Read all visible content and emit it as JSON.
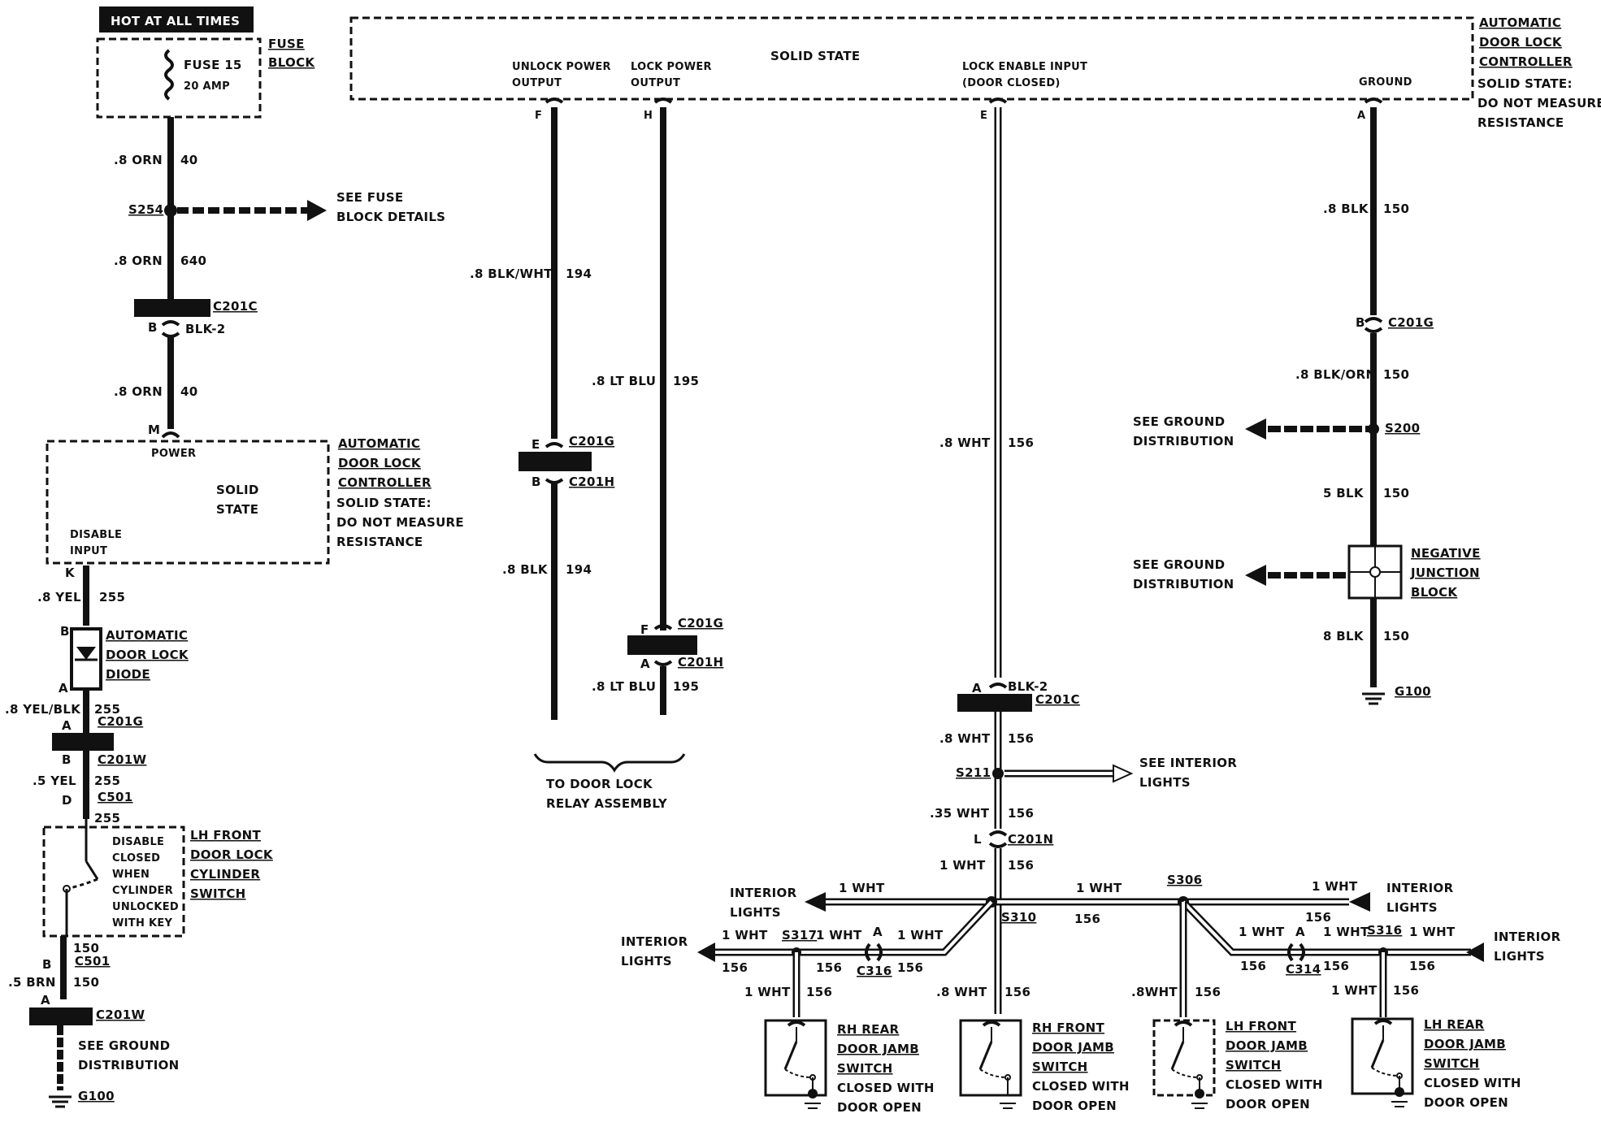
{
  "top_banner": "HOT AT ALL TIMES",
  "fuse_block": {
    "title_l1": "FUSE",
    "title_l2": "BLOCK",
    "fuse": "FUSE 15",
    "amp": "20 AMP"
  },
  "left_wires": {
    "w1_size": ".8 ORN",
    "w1_circ": "40",
    "splice": "S254",
    "see_fuse_l1": "SEE FUSE",
    "see_fuse_l2": "BLOCK DETAILS",
    "w2_size": ".8 ORN",
    "w2_circ": "640",
    "c201c": "C201C",
    "c201c_pin": "B",
    "c201c_blk": "BLK-2",
    "w3_size": ".8 ORN",
    "w3_circ": "40",
    "pin_m": "M",
    "power": "POWER"
  },
  "left_controller": {
    "solid_l1": "SOLID",
    "solid_l2": "STATE",
    "disable_l1": "DISABLE",
    "disable_l2": "INPUT",
    "title": [
      "AUTOMATIC",
      "DOOR LOCK",
      "CONTROLLER"
    ],
    "note": [
      "SOLID STATE:",
      "DO NOT MEASURE",
      "RESISTANCE"
    ]
  },
  "left_lower": {
    "pin_k": "K",
    "w4_size": ".8 YEL",
    "w4_circ": "255",
    "diode_pin_b": "B",
    "diode_pin_a": "A",
    "diode": [
      "AUTOMATIC",
      "DOOR LOCK",
      "DIODE"
    ],
    "w5_size": ".8 YEL/BLK",
    "w5_circ": "255",
    "c201g_pin": "A",
    "c201g": "C201G",
    "c201w_pin": "B",
    "c201w": "C201W",
    "w6_size": ".5 YEL",
    "w6_circ": "255",
    "c501_pin": "D",
    "c501": "C501",
    "w7_circ": "255",
    "switch_text": [
      "DISABLE",
      "CLOSED",
      "WHEN",
      "CYLINDER",
      "UNLOCKED",
      "WITH KEY"
    ],
    "switch_title": [
      "LH FRONT",
      "DOOR LOCK",
      "CYLINDER",
      "SWITCH"
    ],
    "w8_circ": "150",
    "c501b_pin": "B",
    "c501b": "C501",
    "w9_size": ".5 BRN",
    "w9_circ": "150",
    "c201w2_pin": "A",
    "c201w2": "C201W",
    "see_ground_l1": "SEE GROUND",
    "see_ground_l2": "DISTRIBUTION",
    "ground": "G100"
  },
  "top_controller": {
    "solid": "SOLID STATE",
    "unlock_l1": "UNLOCK POWER",
    "unlock_l2": "OUTPUT",
    "lock_l1": "LOCK POWER",
    "lock_l2": "OUTPUT",
    "enable_l1": "LOCK ENABLE INPUT",
    "enable_l2": "(DOOR CLOSED)",
    "ground": "GROUND",
    "title": [
      "AUTOMATIC",
      "DOOR LOCK",
      "CONTROLLER"
    ],
    "note": [
      "SOLID STATE:",
      "DO NOT MEASURE",
      "RESISTANCE"
    ],
    "pin_f": "F",
    "pin_h": "H",
    "pin_e": "E",
    "pin_a": "A"
  },
  "relay_wires": {
    "f_size": ".8 BLK/WHT",
    "f_circ": "194",
    "h_size": ".8 LT BLU",
    "h_circ": "195",
    "c201g_e_pin": "E",
    "c201g_e": "C201G",
    "c201h_b_pin": "B",
    "c201h_b": "C201H",
    "f2_size": ".8 BLK",
    "f2_circ": "194",
    "c201g_f_pin": "F",
    "c201g_f": "C201G",
    "c201h_a_pin": "A",
    "c201h_a": "C201H",
    "h2_size": ".8 LT BLU",
    "h2_circ": "195",
    "relay_l1": "TO DOOR LOCK",
    "relay_l2": "RELAY ASSEMBLY"
  },
  "ground_wires": {
    "a_size": ".8 BLK",
    "a_circ": "150",
    "c201g_pin": "B",
    "c201g": "C201G",
    "b_size": ".8 BLK/ORN",
    "b_circ": "150",
    "see_gnd_l1": "SEE GROUND",
    "see_gnd_l2": "DISTRIBUTION",
    "s200": "S200",
    "c_size": "5 BLK",
    "c_circ": "150",
    "see_gnd2_l1": "SEE GROUND",
    "see_gnd2_l2": "DISTRIBUTION",
    "njb": [
      "NEGATIVE",
      "JUNCTION",
      "BLOCK"
    ],
    "d_size": "8 BLK",
    "d_circ": "150",
    "g100": "G100"
  },
  "enable_wires": {
    "e_size": ".8 WHT",
    "e_circ": "156",
    "c201c_pin": "A",
    "c201c_blk": "BLK-2",
    "c201c": "C201C",
    "e2_size": ".8 WHT",
    "e2_circ": "156",
    "s211": "S211",
    "see_int_l1": "SEE INTERIOR",
    "see_int_l2": "LIGHTS",
    "e3_size": ".35 WHT",
    "e3_circ": "156",
    "c201n_pin": "L",
    "c201n": "C201N",
    "e4_size": "1 WHT",
    "e4_circ": "156",
    "int_lights_l1": "INTERIOR",
    "int_lights_l2": "LIGHTS",
    "s310": "S310",
    "s306": "S306",
    "s317": "S317",
    "s316": "S316",
    "c316": "C316",
    "c314": "C314",
    "pin_a": "A",
    "wht1": "1 WHT",
    "c156": "156",
    "wht8": ".8 WHT",
    "wht8b": ".8WHT"
  },
  "jamb_switches": [
    {
      "l1": "RH REAR",
      "l2": "DOOR JAMB",
      "l3": "SWITCH",
      "l4": "CLOSED WITH",
      "l5": "DOOR OPEN"
    },
    {
      "l1": "RH FRONT",
      "l2": "DOOR JAMB",
      "l3": "SWITCH",
      "l4": "CLOSED WITH",
      "l5": "DOOR OPEN"
    },
    {
      "l1": "LH FRONT",
      "l2": "DOOR JAMB",
      "l3": "SWITCH",
      "l4": "CLOSED WITH",
      "l5": "DOOR OPEN"
    },
    {
      "l1": "LH REAR",
      "l2": "DOOR JAMB",
      "l3": "SWITCH",
      "l4": "CLOSED WITH",
      "l5": "DOOR OPEN"
    }
  ]
}
